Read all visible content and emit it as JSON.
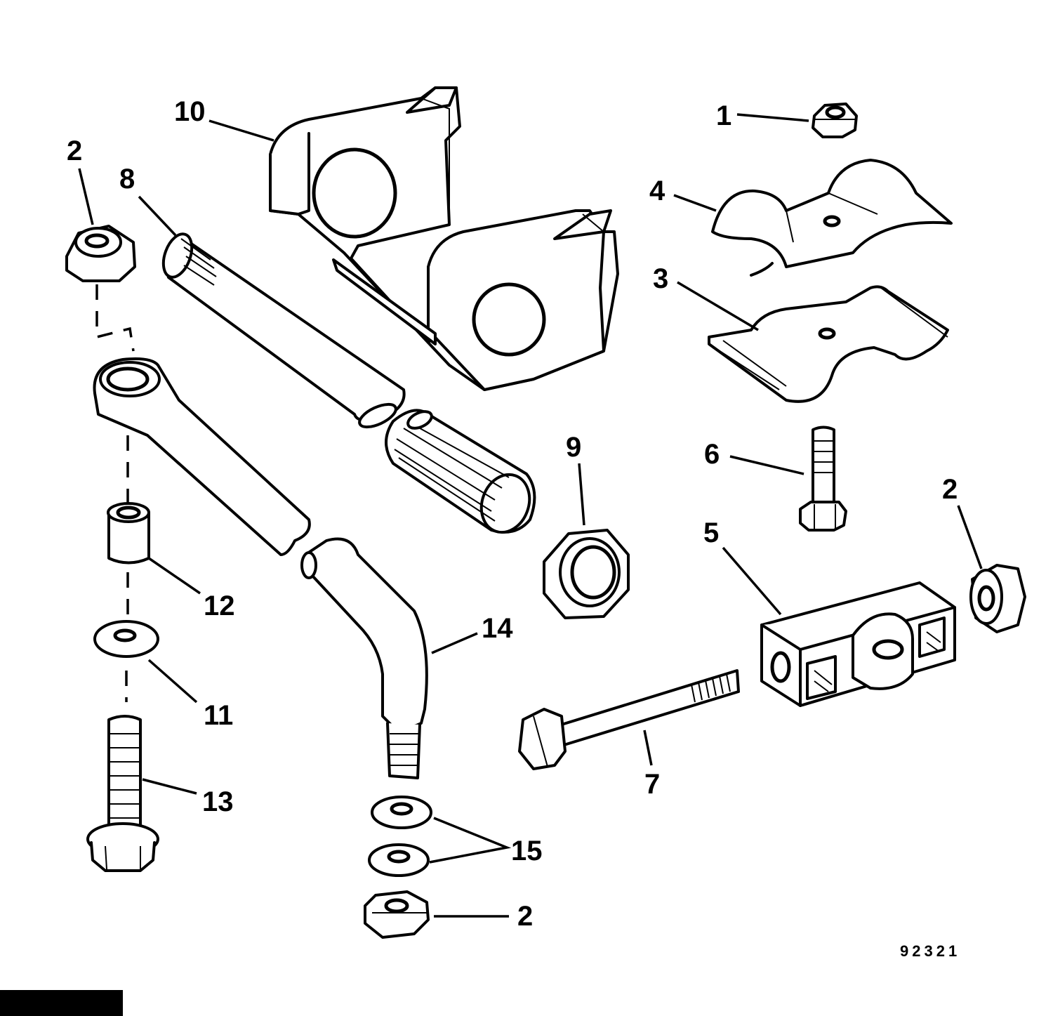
{
  "callouts": [
    {
      "id": "c1",
      "text": "1"
    },
    {
      "id": "c2a",
      "text": "2"
    },
    {
      "id": "c2b",
      "text": "2"
    },
    {
      "id": "c2c",
      "text": "2"
    },
    {
      "id": "c3",
      "text": "3"
    },
    {
      "id": "c4",
      "text": "4"
    },
    {
      "id": "c5",
      "text": "5"
    },
    {
      "id": "c6",
      "text": "6"
    },
    {
      "id": "c7",
      "text": "7"
    },
    {
      "id": "c8",
      "text": "8"
    },
    {
      "id": "c9",
      "text": "9"
    },
    {
      "id": "c10",
      "text": "10"
    },
    {
      "id": "c11",
      "text": "11"
    },
    {
      "id": "c12",
      "text": "12"
    },
    {
      "id": "c13",
      "text": "13"
    },
    {
      "id": "c14",
      "text": "14"
    },
    {
      "id": "c15",
      "text": "15"
    }
  ],
  "figure_number": "92321"
}
